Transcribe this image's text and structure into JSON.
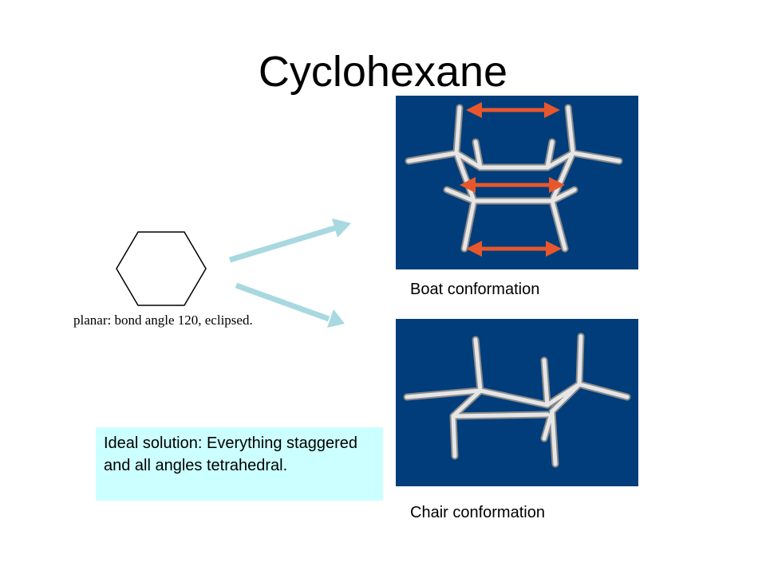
{
  "slide": {
    "title": "Cyclohexane",
    "planar_caption": "planar: bond angle 120, eclipsed.",
    "boat_label": "Boat conformation",
    "chair_label": "Chair conformation",
    "note": "Ideal solution:  Everything staggered and all angles tetrahedral."
  },
  "colors": {
    "panel_background": "#003d7a",
    "note_background": "#ccffff",
    "arrow_color": "#a8d8e0",
    "double_arrow_color": "#e8572c",
    "bond_color": "#d8d8d8"
  }
}
